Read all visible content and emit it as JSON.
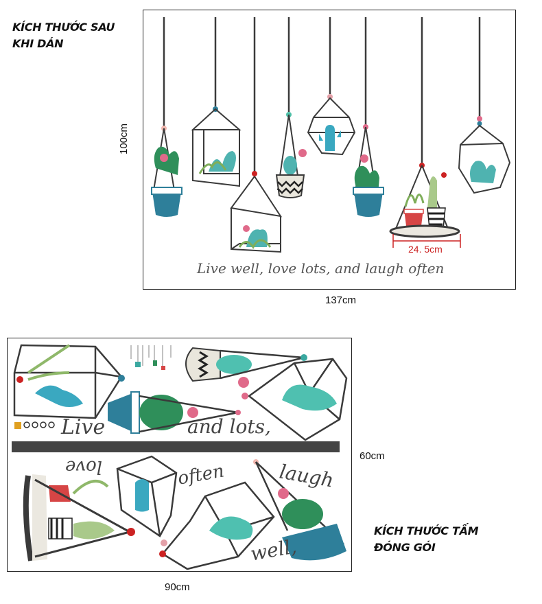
{
  "top_section": {
    "heading_line1": "KÍCH THƯỚC SAU",
    "heading_line2": "KHI DÁN",
    "height_label": "100cm",
    "width_label": "137cm",
    "pot_width_label": "24. 5cm",
    "quote": "Live well, love lots, and laugh often",
    "hanging_planters_count": 8
  },
  "bottom_section": {
    "heading_line1": "KÍCH THƯỚC TẤM",
    "heading_line2": "ĐÓNG GÓI",
    "height_label": "60cm",
    "width_label": "90cm",
    "sticker_words": [
      "Live",
      "and lots,",
      "love",
      "often",
      "laugh",
      "well,"
    ]
  },
  "colors": {
    "frame": "#3a3a3a",
    "teal": "#3aa8a0",
    "blue_pot": "#2e7f9a",
    "green_cactus": "#2f8f5a",
    "pink_flower": "#e06a8a",
    "red_pot": "#d64545",
    "measure_red": "#cc2222",
    "bar": "#444444"
  }
}
